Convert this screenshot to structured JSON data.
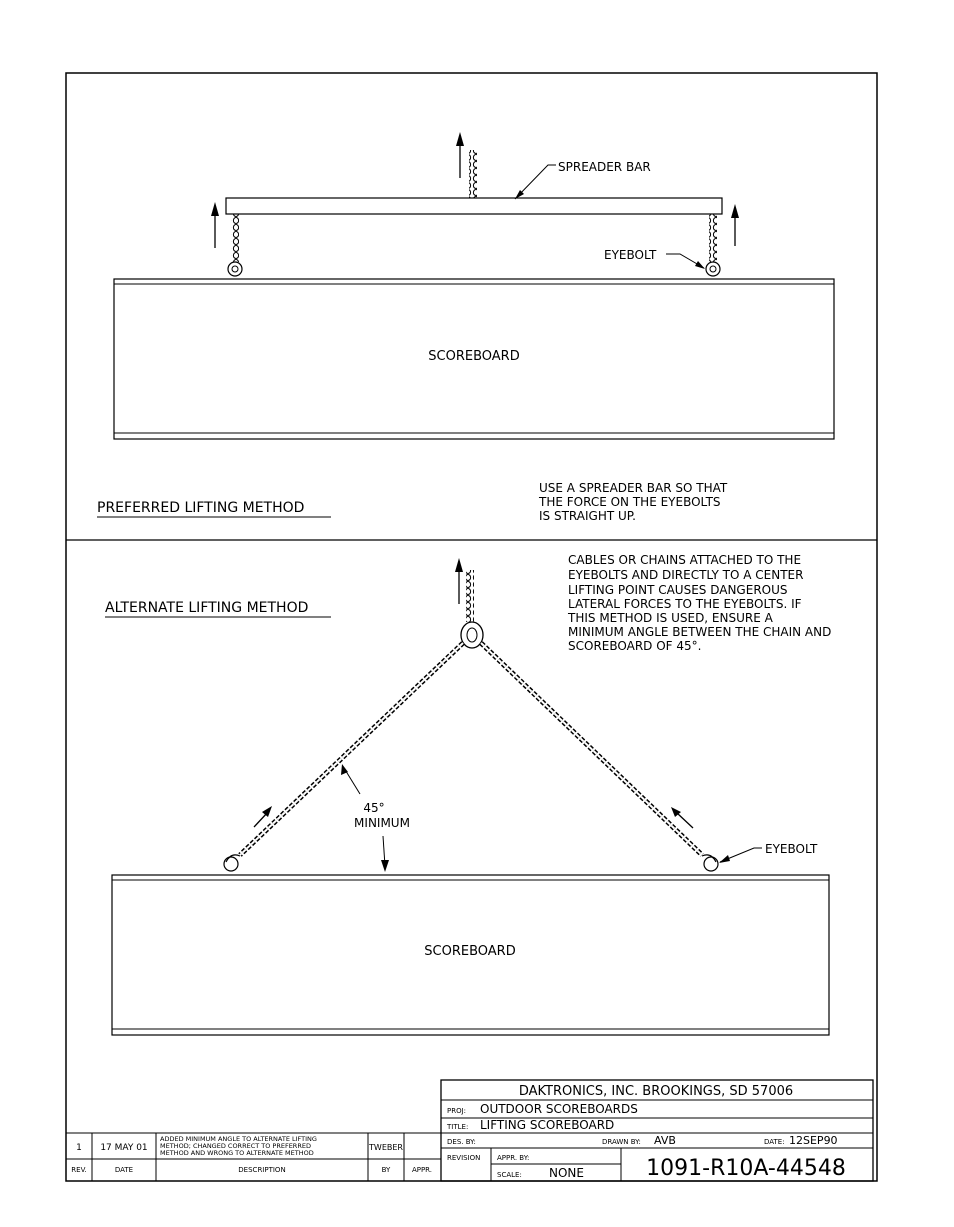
{
  "preferred": {
    "heading": "PREFERRED LIFTING METHOD",
    "spreader_label": "SPREADER BAR",
    "eyebolt_label": "EYEBOLT",
    "board_label": "SCOREBOARD",
    "note": [
      "USE A SPREADER BAR SO THAT",
      "THE FORCE ON THE EYEBOLTS",
      "IS STRAIGHT UP."
    ]
  },
  "alternate": {
    "heading": "ALTERNATE LIFTING METHOD",
    "note": [
      "CABLES OR CHAINS ATTACHED TO THE",
      "EYEBOLTS AND DIRECTLY TO A CENTER",
      "LIFTING POINT CAUSES DANGEROUS",
      "LATERAL FORCES TO THE EYEBOLTS.  IF",
      "THIS METHOD IS USED, ENSURE A",
      "MINIMUM ANGLE BETWEEN THE CHAIN AND",
      "SCOREBOARD OF 45°."
    ],
    "angle_label": "45°",
    "angle_sub": "MINIMUM",
    "eyebolt_label": "EYEBOLT",
    "board_label": "SCOREBOARD"
  },
  "title_block": {
    "company": "DAKTRONICS, INC.   BROOKINGS, SD 57006",
    "proj_label": "PROJ:",
    "proj": "OUTDOOR SCOREBOARDS",
    "title_label": "TITLE:",
    "title": "LIFTING SCOREBOARD",
    "des_by_label": "DES. BY:",
    "drawn_by_label": "DRAWN BY:",
    "drawn_by": "AVB",
    "date_label": "DATE:",
    "date": "12SEP90",
    "revision_label": "REVISION",
    "appr_by_label": "APPR. BY:",
    "scale_label": "SCALE:",
    "scale": "NONE",
    "drawing_number": "1091-R10A-44548"
  },
  "revision_table": {
    "headers": [
      "REV.",
      "DATE",
      "DESCRIPTION",
      "BY",
      "APPR."
    ],
    "rows": [
      {
        "rev": "1",
        "date": "17 MAY 01",
        "description": [
          "ADDED MINIMUM ANGLE TO ALTERNATE LIFTING",
          "METHOD; CHANGED CORRECT TO PREFERRED",
          "METHOD AND WRONG TO ALTERNATE METHOD"
        ],
        "by": "TWEBER",
        "appr": ""
      }
    ]
  }
}
